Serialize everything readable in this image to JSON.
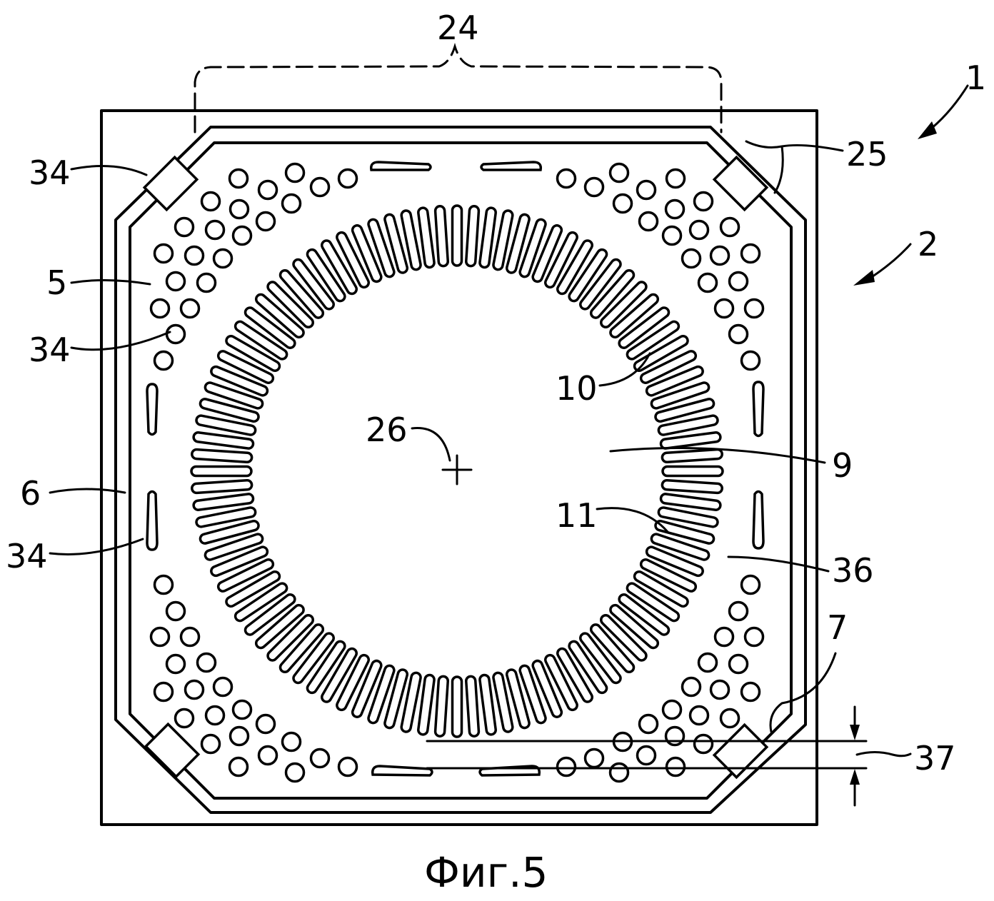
{
  "figure": {
    "caption": "Фиг.5",
    "labels": {
      "l1": "1",
      "l2": "2",
      "l5": "5",
      "l6": "6",
      "l7": "7",
      "l9": "9",
      "l10": "10",
      "l11": "11",
      "l24": "24",
      "l25": "25",
      "l26": "26",
      "l34a": "34",
      "l34b": "34",
      "l34c": "34",
      "l36": "36",
      "l37": "37"
    },
    "stator_slot_count": 96,
    "line_color": "#000000",
    "background": "#ffffff"
  }
}
